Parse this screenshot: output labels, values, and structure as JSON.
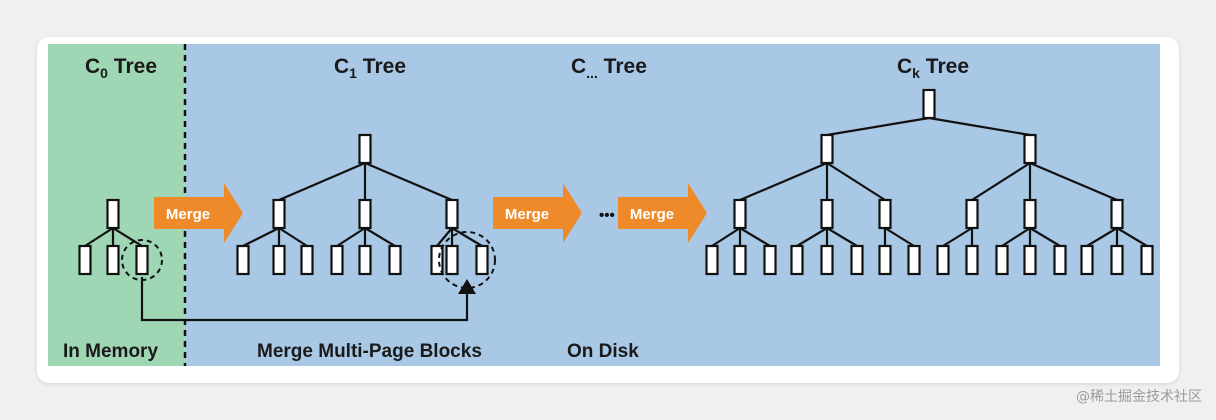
{
  "diagram": {
    "c0_label": {
      "main": "C",
      "sub": "0",
      "tail": " Tree"
    },
    "c1_label": {
      "main": "C",
      "sub": "1",
      "tail": " Tree"
    },
    "cdots_label": {
      "main": "C",
      "sub": "...",
      "tail": " Tree"
    },
    "ck_label": {
      "main": "C",
      "sub": "k",
      "tail": " Tree"
    },
    "in_memory": "In Memory",
    "merge_multi_page": "Merge Multi-Page Blocks",
    "on_disk": "On Disk",
    "merge_label": "Merge",
    "ellipsis": "•••",
    "colors": {
      "memory_bg": "#9fd7b5",
      "disk_bg": "#a8c8e6",
      "arrow": "#ef8a2a",
      "node_fill": "#ffffff",
      "line": "#111111"
    }
  },
  "watermark": "@稀土掘金技术社区"
}
